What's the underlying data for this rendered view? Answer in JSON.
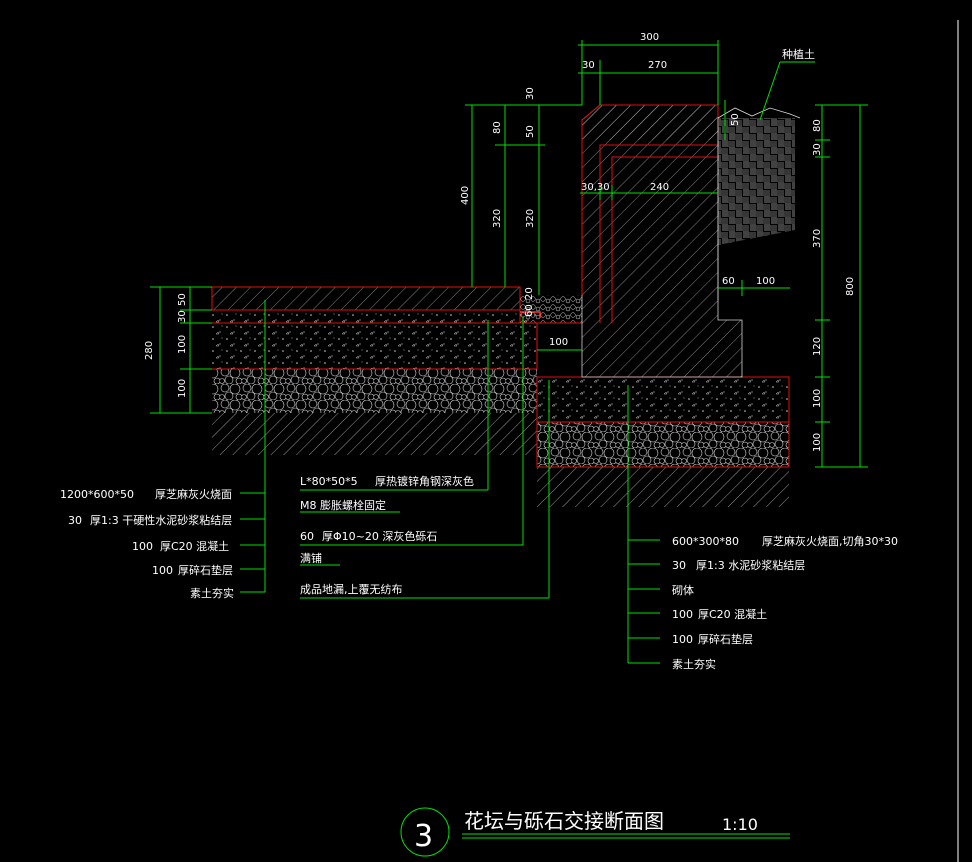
{
  "title": {
    "text": "花坛与砾石交接断面图",
    "scale": "1:10",
    "number": "3"
  },
  "dimensions": {
    "top_total": "300",
    "top_30": "30",
    "top_270": "270",
    "mid_30_30": "30,30",
    "mid_240": "240",
    "planting_soil": "种植土",
    "wall_50": "50",
    "right_80": "80",
    "right_30": "30",
    "right_370": "370",
    "right_120": "120",
    "right_100a": "100",
    "right_100b": "100",
    "right_total": "800",
    "mid_60": "60",
    "mid_100": "100",
    "left_400": "400",
    "left_320a": "320",
    "left_320b": "320",
    "left_80": "80",
    "left_50": "50",
    "left_30": "30",
    "pave_50": "50",
    "pave_30": "30",
    "pave_100a": "100",
    "pave_100b": "100",
    "pave_total": "280",
    "edge_60": "60",
    "edge_20": "20",
    "gap_100": "100"
  },
  "left_labels": [
    {
      "spec": "1200*600*50",
      "text": "厚芝麻灰火烧面"
    },
    {
      "spec": "30",
      "text": "厚1:3  干硬性水泥砂浆粘结层"
    },
    {
      "spec": "100",
      "text": "厚C20  混凝土"
    },
    {
      "spec": "100",
      "text": "厚碎石垫层"
    },
    {
      "spec": "",
      "text": "素土夯实"
    }
  ],
  "center_labels": [
    {
      "spec": "L*80*50*5",
      "text": "厚热镀锌角钢深灰色"
    },
    {
      "spec": "M8",
      "text": "膨胀螺栓固定"
    },
    {
      "spec": "60",
      "text": "厚Φ10~20    深灰色砾石"
    },
    {
      "spec": "",
      "text": "满铺"
    },
    {
      "spec": "",
      "text": "成品地漏,上覆无纺布"
    }
  ],
  "right_labels": [
    {
      "spec": "600*300*80",
      "text": "厚芝麻灰火烧面,切角30*30"
    },
    {
      "spec": "30",
      "text": "厚1:3  水泥砂浆粘结层"
    },
    {
      "spec": "",
      "text": "砌体"
    },
    {
      "spec": "100",
      "text": "厚C20  混凝土"
    },
    {
      "spec": "100",
      "text": "厚碎石垫层"
    },
    {
      "spec": "",
      "text": "素土夯实"
    }
  ],
  "colors": {
    "background": "#000000",
    "dimension_lines": "#00e000",
    "section_outline": "#e01010",
    "hatch": "#cfcfcf",
    "text": "#ffffff"
  }
}
